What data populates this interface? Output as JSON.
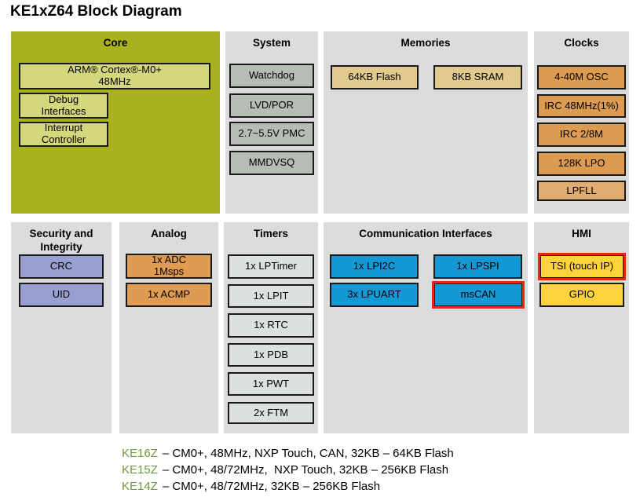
{
  "title": "KE1xZ64 Block Diagram",
  "colors": {
    "core_panel": "#a9b11f",
    "core_block": "#d5d77d",
    "panel_gray": "#dcdcdc",
    "system_block": "#b5bdb5",
    "memory_block": "#e2ca8e",
    "clock_block": "#dc9b51",
    "lpfll_block": "#dfac72",
    "security_block": "#999fd0",
    "analog_block": "#df9b51",
    "timer_block": "#dde1dd",
    "comm_block": "#1599d6",
    "hmi_block": "#fed23c",
    "highlight_red": "#e92517",
    "legend_green": "#6e993d"
  },
  "panels": {
    "core": {
      "header": "Core",
      "blocks": [
        {
          "label": "ARM® Cortex®-M0+\n48MHz"
        },
        {
          "label": "Debug\nInterfaces"
        },
        {
          "label": "Interrupt\nController"
        }
      ]
    },
    "system": {
      "header": "System",
      "blocks": [
        {
          "label": "Watchdog"
        },
        {
          "label": "LVD/POR"
        },
        {
          "label": "2.7~5.5V PMC"
        },
        {
          "label": "MMDVSQ"
        }
      ]
    },
    "memories": {
      "header": "Memories",
      "blocks": [
        {
          "label": "64KB Flash"
        },
        {
          "label": "8KB SRAM"
        }
      ]
    },
    "clocks": {
      "header": "Clocks",
      "blocks": [
        {
          "label": "4-40M OSC"
        },
        {
          "label": "IRC 48MHz(1%)"
        },
        {
          "label": "IRC 2/8M"
        },
        {
          "label": "128K LPO"
        },
        {
          "label": "LPFLL"
        }
      ]
    },
    "security": {
      "header": "Security and\nIntegrity",
      "blocks": [
        {
          "label": "CRC"
        },
        {
          "label": "UID"
        }
      ]
    },
    "analog": {
      "header": "Analog",
      "blocks": [
        {
          "label": "1x ADC\n1Msps"
        },
        {
          "label": "1x ACMP"
        }
      ]
    },
    "timers": {
      "header": "Timers",
      "blocks": [
        {
          "label": "1x LPTimer"
        },
        {
          "label": "1x LPIT"
        },
        {
          "label": "1x RTC"
        },
        {
          "label": "1x PDB"
        },
        {
          "label": "1x PWT"
        },
        {
          "label": "2x FTM"
        }
      ]
    },
    "comm": {
      "header": "Communication Interfaces",
      "blocks": [
        {
          "label": "1x LPI2C"
        },
        {
          "label": "1x LPSPI"
        },
        {
          "label": "3x LPUART"
        },
        {
          "label": "msCAN",
          "highlighted": true
        }
      ]
    },
    "hmi": {
      "header": "HMI",
      "blocks": [
        {
          "label": "TSI (touch IP)",
          "highlighted": true
        },
        {
          "label": "GPIO"
        }
      ]
    }
  },
  "legend": [
    {
      "model": "KE16Z",
      "desc": "– CM0+, 48MHz, NXP Touch, CAN, 32KB – 64KB Flash"
    },
    {
      "model": "KE15Z",
      "desc": "– CM0+, 48/72MHz,  NXP Touch, 32KB – 256KB Flash"
    },
    {
      "model": "KE14Z",
      "desc": "– CM0+, 48/72MHz, 32KB – 256KB Flash"
    }
  ]
}
